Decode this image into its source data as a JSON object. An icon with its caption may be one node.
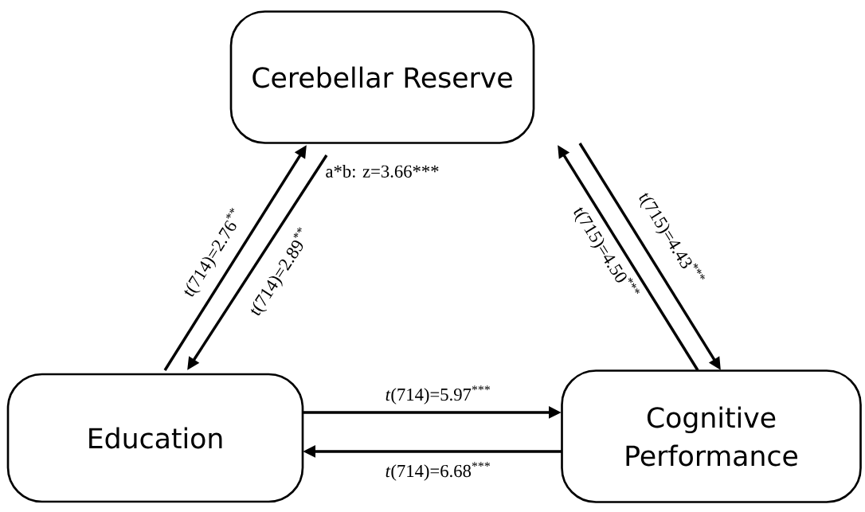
{
  "diagram": {
    "nodes": [
      {
        "text": [
          "Cerebellar Reserve"
        ]
      },
      {
        "text": [
          "Education"
        ]
      },
      {
        "text": [
          "Cognitive Performance"
        ]
      }
    ],
    "edges": [
      {
        "from": 1,
        "to": 0,
        "arrow": "to",
        "label": "t(714)=2.76$^{**}$"
      },
      {
        "from": 0,
        "to": 1,
        "arrow": "to",
        "label": "t(714)=2.89$^{**}$"
      },
      {
        "from": 0,
        "to": 2,
        "arrow": "to",
        "label": "t(715)=4.43$^{***}$"
      },
      {
        "from": 2,
        "to": 0,
        "arrow": "to",
        "label": "t(715)=4.50$^{***}$"
      },
      {
        "from": 1,
        "to": 2,
        "arrow": "to",
        "label": "*t*(714)=5.97$^{***}$"
      },
      {
        "from": 2,
        "to": 1,
        "arrow": "to",
        "label": "*t*(714)=6.68$^{***}$"
      }
    ],
    "labels": [
      "a*b: z=3.66***"
    ]
  }
}
